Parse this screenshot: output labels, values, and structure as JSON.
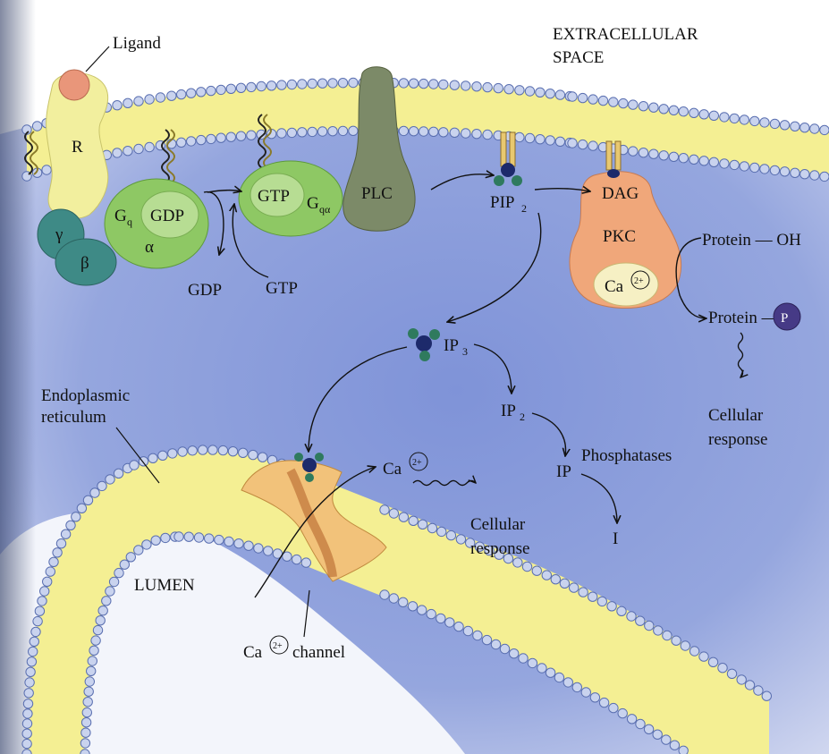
{
  "labels": {
    "ligand": "Ligand",
    "extracellular_line1": "EXTRACELLULAR",
    "extracellular_line2": "SPACE",
    "receptor": "R",
    "gamma": "γ",
    "beta": "β",
    "gq": "G",
    "gq_sub": "q",
    "gdp_bound": "GDP",
    "alpha": "α",
    "gtp_bound": "GTP",
    "gqa": "G",
    "gqa_sub": "qα",
    "plc": "PLC",
    "pip2": "PIP",
    "pip2_sub": "2",
    "dag": "DAG",
    "pkc": "PKC",
    "ca_pkc": "Ca",
    "ca_charge": "2+",
    "protein_oh": "Protein — OH",
    "protein_p": "Protein —",
    "phosphate": "P",
    "cellular_response_1a": "Cellular",
    "cellular_response_1b": "response",
    "gdp_free": "GDP",
    "gtp_free": "GTP",
    "ip3": "IP",
    "ip3_sub": "3",
    "ip2": "IP",
    "ip2_sub": "2",
    "ip": "IP",
    "phosphatases": "Phosphatases",
    "inositol": "I",
    "er_line1": "Endoplasmic",
    "er_line2": "reticulum",
    "ca_released": "Ca",
    "cellular_response_2a": "Cellular",
    "cellular_response_2b": "response",
    "lumen": "LUMEN",
    "ca_channel_ca": "Ca",
    "ca_channel_word": "channel"
  },
  "colors": {
    "cytosol": "#8a9ddb",
    "cytosol_light": "#dfe4f5",
    "membrane_core": "#f4ef93",
    "lipid_head_fill": "#c9d3ee",
    "lipid_head_stroke": "#5a6fb0",
    "receptor": "#f2ef9e",
    "ligand": "#e9967a",
    "g_beta_gamma": "#3e8a86",
    "g_alpha": "#8ec864",
    "g_alpha_inner": "#b7dd93",
    "plc": "#7c8a68",
    "pkc": "#f0a77a",
    "channel": "#f2c27a",
    "phosphate": "#463a86",
    "molecule_dark": "#1d2a6b",
    "molecule_green": "#2f7a5e"
  }
}
